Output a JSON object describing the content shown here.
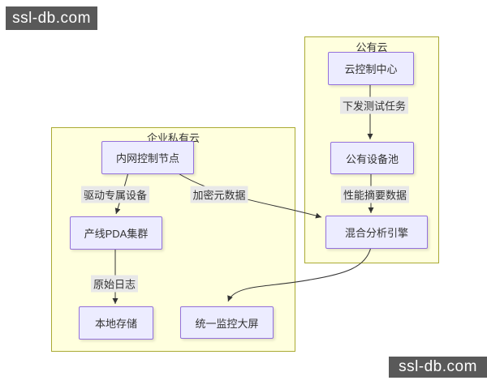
{
  "watermarks": {
    "top_left": "ssl-db.com",
    "bottom_right": "ssl-db.com"
  },
  "colors": {
    "cluster_fill": "#ffffde",
    "cluster_border": "#aaaa33",
    "node_fill": "#ececff",
    "node_border": "#9370db",
    "edge_color": "#333333",
    "edge_label_bg": "#e8e8e8",
    "watermark_bg": "#595959",
    "watermark_text": "#ffffff"
  },
  "diagram": {
    "clusters": [
      {
        "id": "private-cloud",
        "label": "企业私有云"
      },
      {
        "id": "public-cloud",
        "label": "公有云"
      }
    ],
    "nodes": [
      {
        "id": "cloud-control-center",
        "label": "云控制中心",
        "cluster": "公有云"
      },
      {
        "id": "public-device-pool",
        "label": "公有设备池",
        "cluster": "公有云"
      },
      {
        "id": "hybrid-analysis-engine",
        "label": "混合分析引擎",
        "cluster": "公有云"
      },
      {
        "id": "intranet-control-node",
        "label": "内网控制节点",
        "cluster": "企业私有云"
      },
      {
        "id": "production-pda-cluster",
        "label": "产线PDA集群",
        "cluster": "企业私有云"
      },
      {
        "id": "local-storage",
        "label": "本地存储",
        "cluster": "企业私有云"
      },
      {
        "id": "unified-monitoring-screen",
        "label": "统一监控大屏",
        "cluster": "企业私有云"
      }
    ],
    "edges": [
      {
        "from": "云控制中心",
        "to": "公有设备池",
        "label": "下发测试任务"
      },
      {
        "from": "公有设备池",
        "to": "混合分析引擎",
        "label": "性能摘要数据"
      },
      {
        "from": "内网控制节点",
        "to": "产线PDA集群",
        "label": "驱动专属设备"
      },
      {
        "from": "内网控制节点",
        "to": "混合分析引擎",
        "label": "加密元数据"
      },
      {
        "from": "产线PDA集群",
        "to": "本地存储",
        "label": "原始日志"
      },
      {
        "from": "混合分析引擎",
        "to": "统一监控大屏",
        "label": ""
      }
    ]
  }
}
